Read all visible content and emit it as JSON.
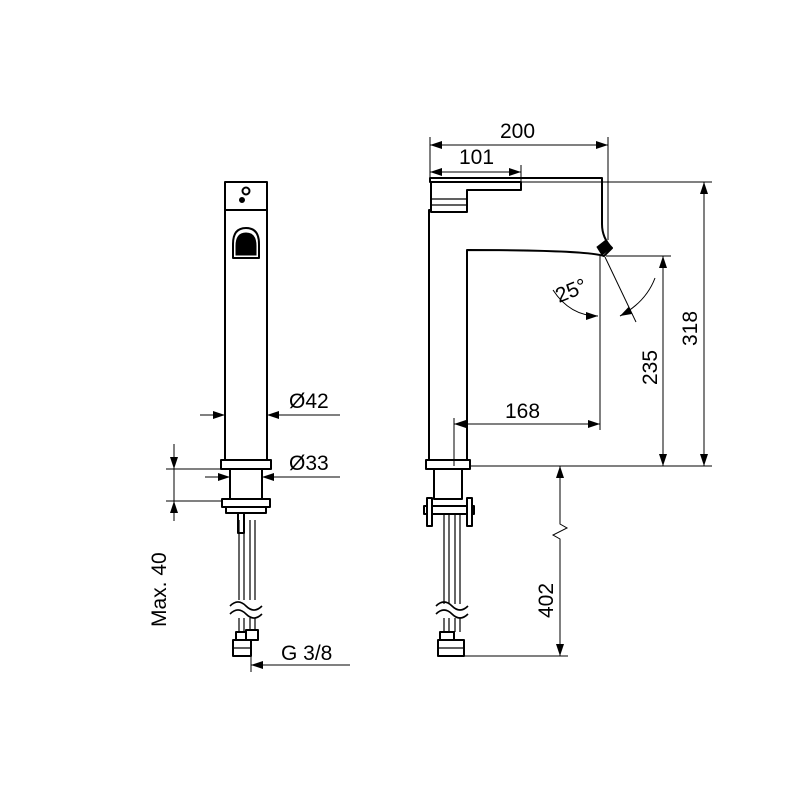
{
  "side_view": {
    "diameter_body": "Ø42",
    "diameter_shank": "Ø33",
    "max_thickness": "Max. 40",
    "connection": "G 3/8"
  },
  "front_view": {
    "width_total": "200",
    "width_lever": "101",
    "height_total": "318",
    "height_spout": "235",
    "reach": "168",
    "angle": "25°",
    "hose_length": "402"
  }
}
